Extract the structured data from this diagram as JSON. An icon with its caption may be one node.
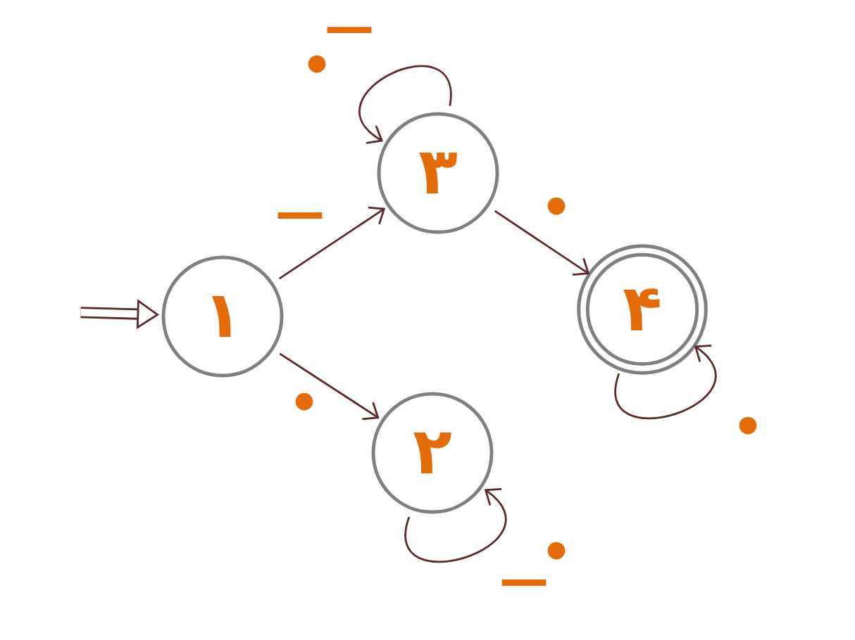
{
  "diagram": {
    "nodes": [
      {
        "text": [
          "۱"
        ]
      },
      {
        "text": [
          "۲"
        ]
      },
      {
        "text": [
          "۳"
        ]
      },
      {
        "text": [
          "۴"
        ]
      }
    ],
    "edges": [
      {
        "from": null,
        "to": 0,
        "arrow": "to",
        "style": "thick"
      },
      {
        "from": 0,
        "to": 2,
        "arrow": "to",
        "label": "—"
      },
      {
        "from": 0,
        "to": 1,
        "arrow": "to",
        "label": "•"
      },
      {
        "from": 2,
        "to": 2,
        "arrow": "to",
        "label": "•"
      },
      {
        "from": 2,
        "to": 3,
        "arrow": "to",
        "label": "•"
      },
      {
        "from": 3,
        "to": 3,
        "arrow": "to",
        "label": "•"
      },
      {
        "from": 1,
        "to": 1,
        "arrow": "to",
        "label": "•"
      }
    ],
    "labels": [
      "—",
      "—"
    ]
  }
}
